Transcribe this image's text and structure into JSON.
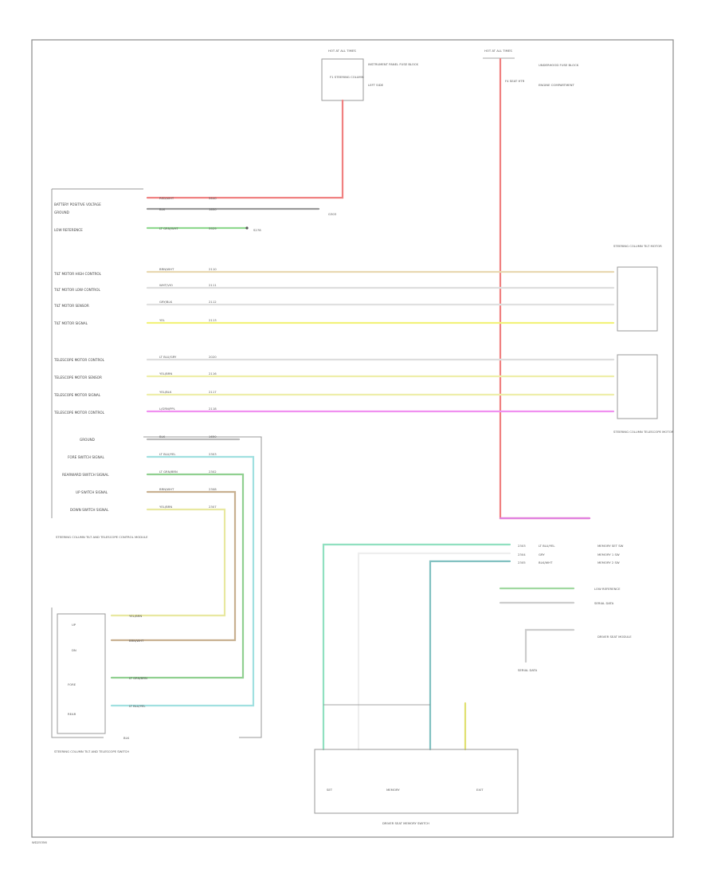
{
  "footer": {
    "code": "WD25356"
  },
  "top_left_box": {
    "header": "HOT AT ALL TIMES",
    "fuse": "F1 STEERING COLUMN",
    "note": "INSTRUMENT PANEL FUSE BLOCK",
    "note2": "LEFT SIDE"
  },
  "top_right": {
    "header": "HOT AT ALL TIMES",
    "fuse": "F4 SEAT HTR",
    "note": "UNDERHOOD FUSE BLOCK",
    "note2": "ENGINE COMPARTMENT"
  },
  "module_left": {
    "title": "STEERING COLUMN",
    "subtitle": "POSITION CONTROL MODULE",
    "pins": [
      {
        "label": "BATTERY POSITIVE VOLTAGE",
        "wire": "RED/WHT",
        "circuit": "5640"
      },
      {
        "label": "GROUND",
        "wire": "BLK",
        "circuit": "1650"
      },
      {
        "label": "LOW REFERENCE",
        "wire": "LT GRN/WHT",
        "circuit": "5929"
      }
    ],
    "tilt": [
      {
        "label": "TILT MOTOR HIGH CONTROL",
        "wire": "BRN/WHT",
        "circuit": "2110"
      },
      {
        "label": "TILT MOTOR LOW CONTROL",
        "wire": "WHT/VIO",
        "circuit": "2111"
      },
      {
        "label": "TILT MOTOR SENSOR",
        "wire": "GRY/BLK",
        "circuit": "2112"
      },
      {
        "label": "TILT MOTOR SIGNAL",
        "wire": "YEL",
        "circuit": "2113"
      }
    ],
    "tele": [
      {
        "label": "TELESCOPE MOTOR CONTROL",
        "wire": "LT BLU/GRY",
        "circuit": "2020"
      },
      {
        "label": "TELESCOPE MOTOR SENSOR",
        "wire": "YEL/BRN",
        "circuit": "2116"
      },
      {
        "label": "TELESCOPE MOTOR SIGNAL",
        "wire": "YEL/BLK",
        "circuit": "2117"
      },
      {
        "label": "TELESCOPE MOTOR CONTROL",
        "wire": "L/GRN/PPL",
        "circuit": "2118"
      }
    ],
    "switches": [
      {
        "label": "GROUND",
        "wire": "BLK",
        "circuit": "1650"
      },
      {
        "label": "FORE SWITCH SIGNAL",
        "wire": "LT BLU/YEL",
        "circuit": "2303"
      },
      {
        "label": "REARWARD SWITCH SIGNAL",
        "wire": "LT GRN/BRN",
        "circuit": "2302"
      },
      {
        "label": "UP SWITCH SIGNAL",
        "wire": "BRN/WHT",
        "circuit": "2308"
      },
      {
        "label": "DOWN SWITCH SIGNAL",
        "wire": "YEL/BRN",
        "circuit": "2307"
      }
    ],
    "caption": "STEERING COLUMN TILT AND TELESCOPE CONTROL MODULE"
  },
  "motors": {
    "tilt_caption": "STEERING COLUMN TILT MOTOR",
    "tele_caption": "STEERING COLUMN TELESCOPE MOTOR"
  },
  "switch_box": {
    "items": [
      "UP",
      "DN",
      "FORE",
      "REAR"
    ],
    "wires": [
      "YEL/BRN",
      "BRN/WHT",
      "LT GRN/BRN",
      "LT BLU/YEL"
    ],
    "ground": "BLK",
    "caption": "STEERING COLUMN TILT AND TELESCOPE SWITCH"
  },
  "memory": {
    "lines": [
      {
        "wire": "LT BLU/YEL",
        "circuit": "2303"
      },
      {
        "wire": "GRY",
        "circuit": "2304"
      },
      {
        "wire": "BLK/WHT",
        "circuit": "2305"
      }
    ],
    "labels": [
      "MEMORY SET SW",
      "MEMORY 1 SW",
      "MEMORY 2 SW"
    ],
    "caption": "DRIVER SEAT MEMORY SWITCH",
    "sub": [
      "SET",
      "MEMORY",
      "EXIT"
    ],
    "right_labels": [
      "LOW REFERENCE",
      "SERIAL DATA"
    ]
  },
  "connector_misc": {
    "ground_label": "G303",
    "splice": "S278",
    "data": "SERIAL DATA",
    "seat": "DRIVER SEAT MODULE"
  }
}
